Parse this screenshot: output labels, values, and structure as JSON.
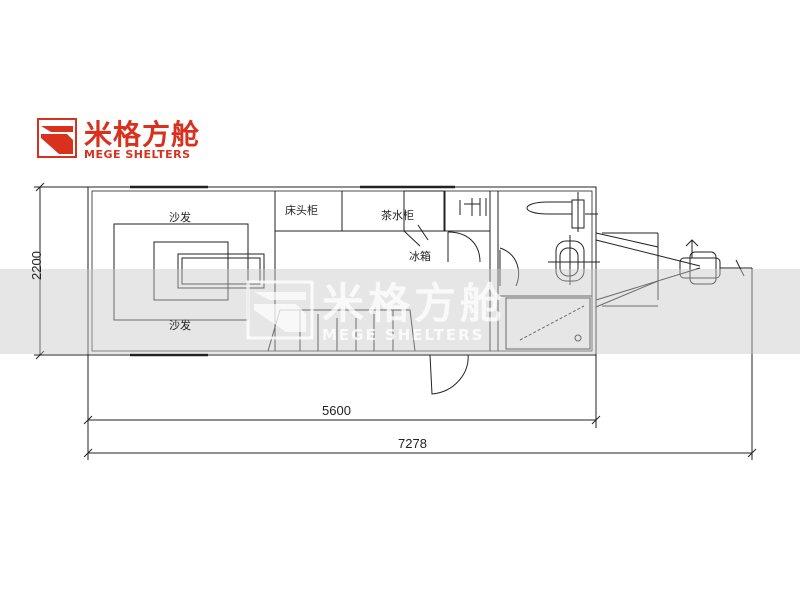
{
  "brand": {
    "name_cn": "米格方舱",
    "name_en": "MEGE SHELTERS",
    "color": "#d8321f"
  },
  "watermark": {
    "name_cn": "米格方舱",
    "name_en": "MEGE SHELTERS"
  },
  "labels": {
    "sofa_top": "沙发",
    "sofa_bottom": "沙发",
    "bedside_cabinet": "床头柜",
    "tea_cabinet": "茶水柜",
    "fridge": "冰箱"
  },
  "dimensions": {
    "height": "2200",
    "body_length": "5600",
    "total_length": "7278"
  }
}
